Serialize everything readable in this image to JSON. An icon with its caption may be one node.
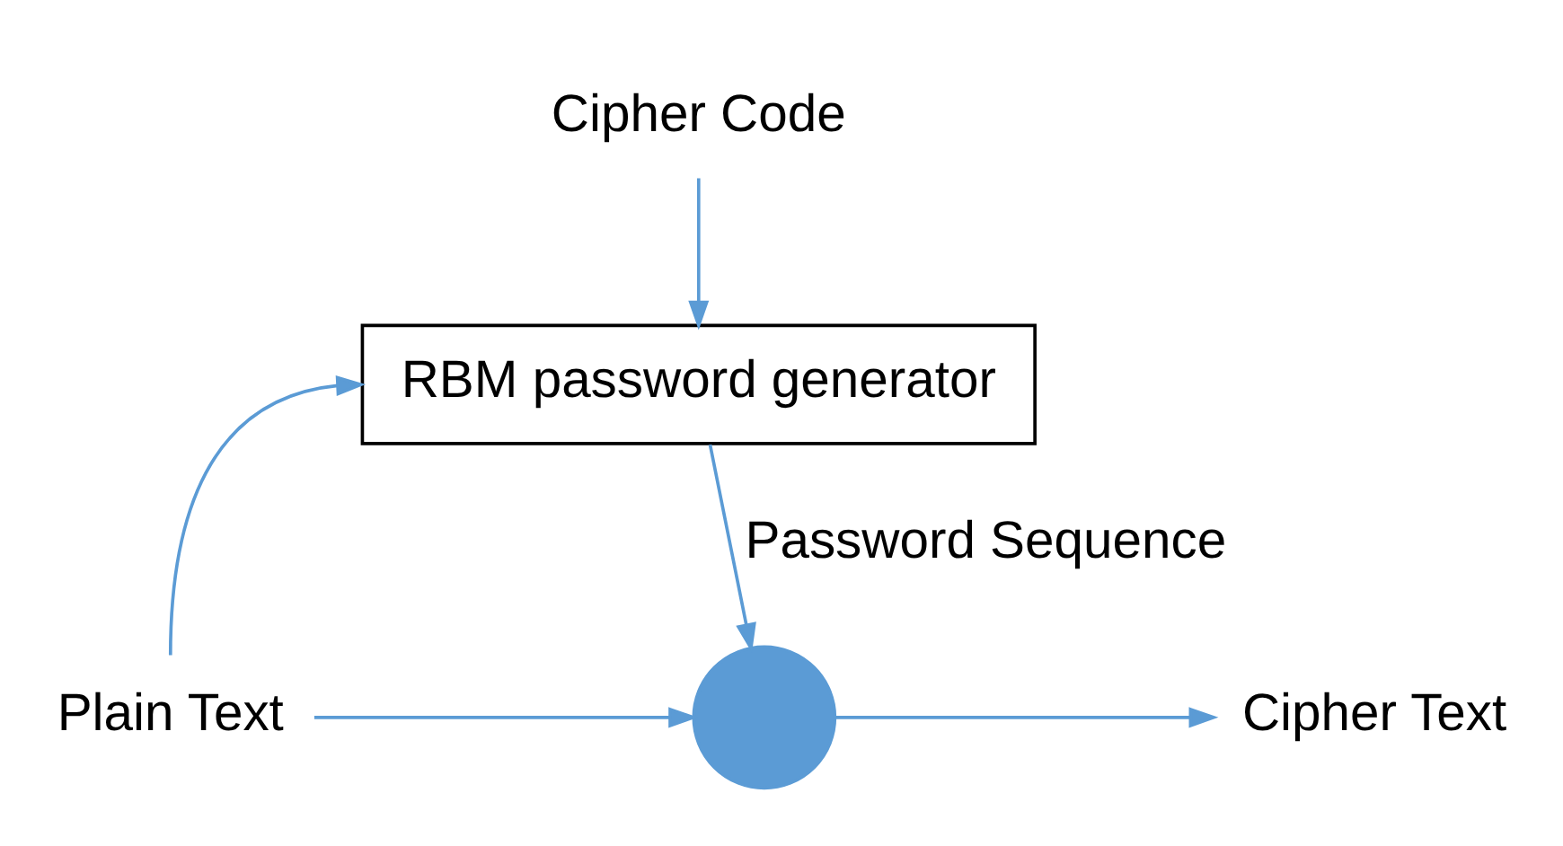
{
  "diagram": {
    "nodes": [
      {
        "text": [
          "Cipher Code"
        ]
      },
      {
        "text": [
          "RBM password generator"
        ]
      },
      {
        "text": [
          "Plain Text"
        ]
      },
      {
        "text": [],
        "shape": "circle"
      },
      {
        "text": [
          "Cipher Text"
        ]
      }
    ],
    "edges": [
      {
        "from": 0,
        "to": 1,
        "arrow": "to"
      },
      {
        "from": 2,
        "to": 1,
        "arrow": "to"
      },
      {
        "from": 1,
        "to": 3,
        "arrow": "to",
        "label": "Password Sequence"
      },
      {
        "from": 2,
        "to": 3,
        "arrow": "to"
      },
      {
        "from": 3,
        "to": 4,
        "arrow": "to"
      }
    ]
  }
}
